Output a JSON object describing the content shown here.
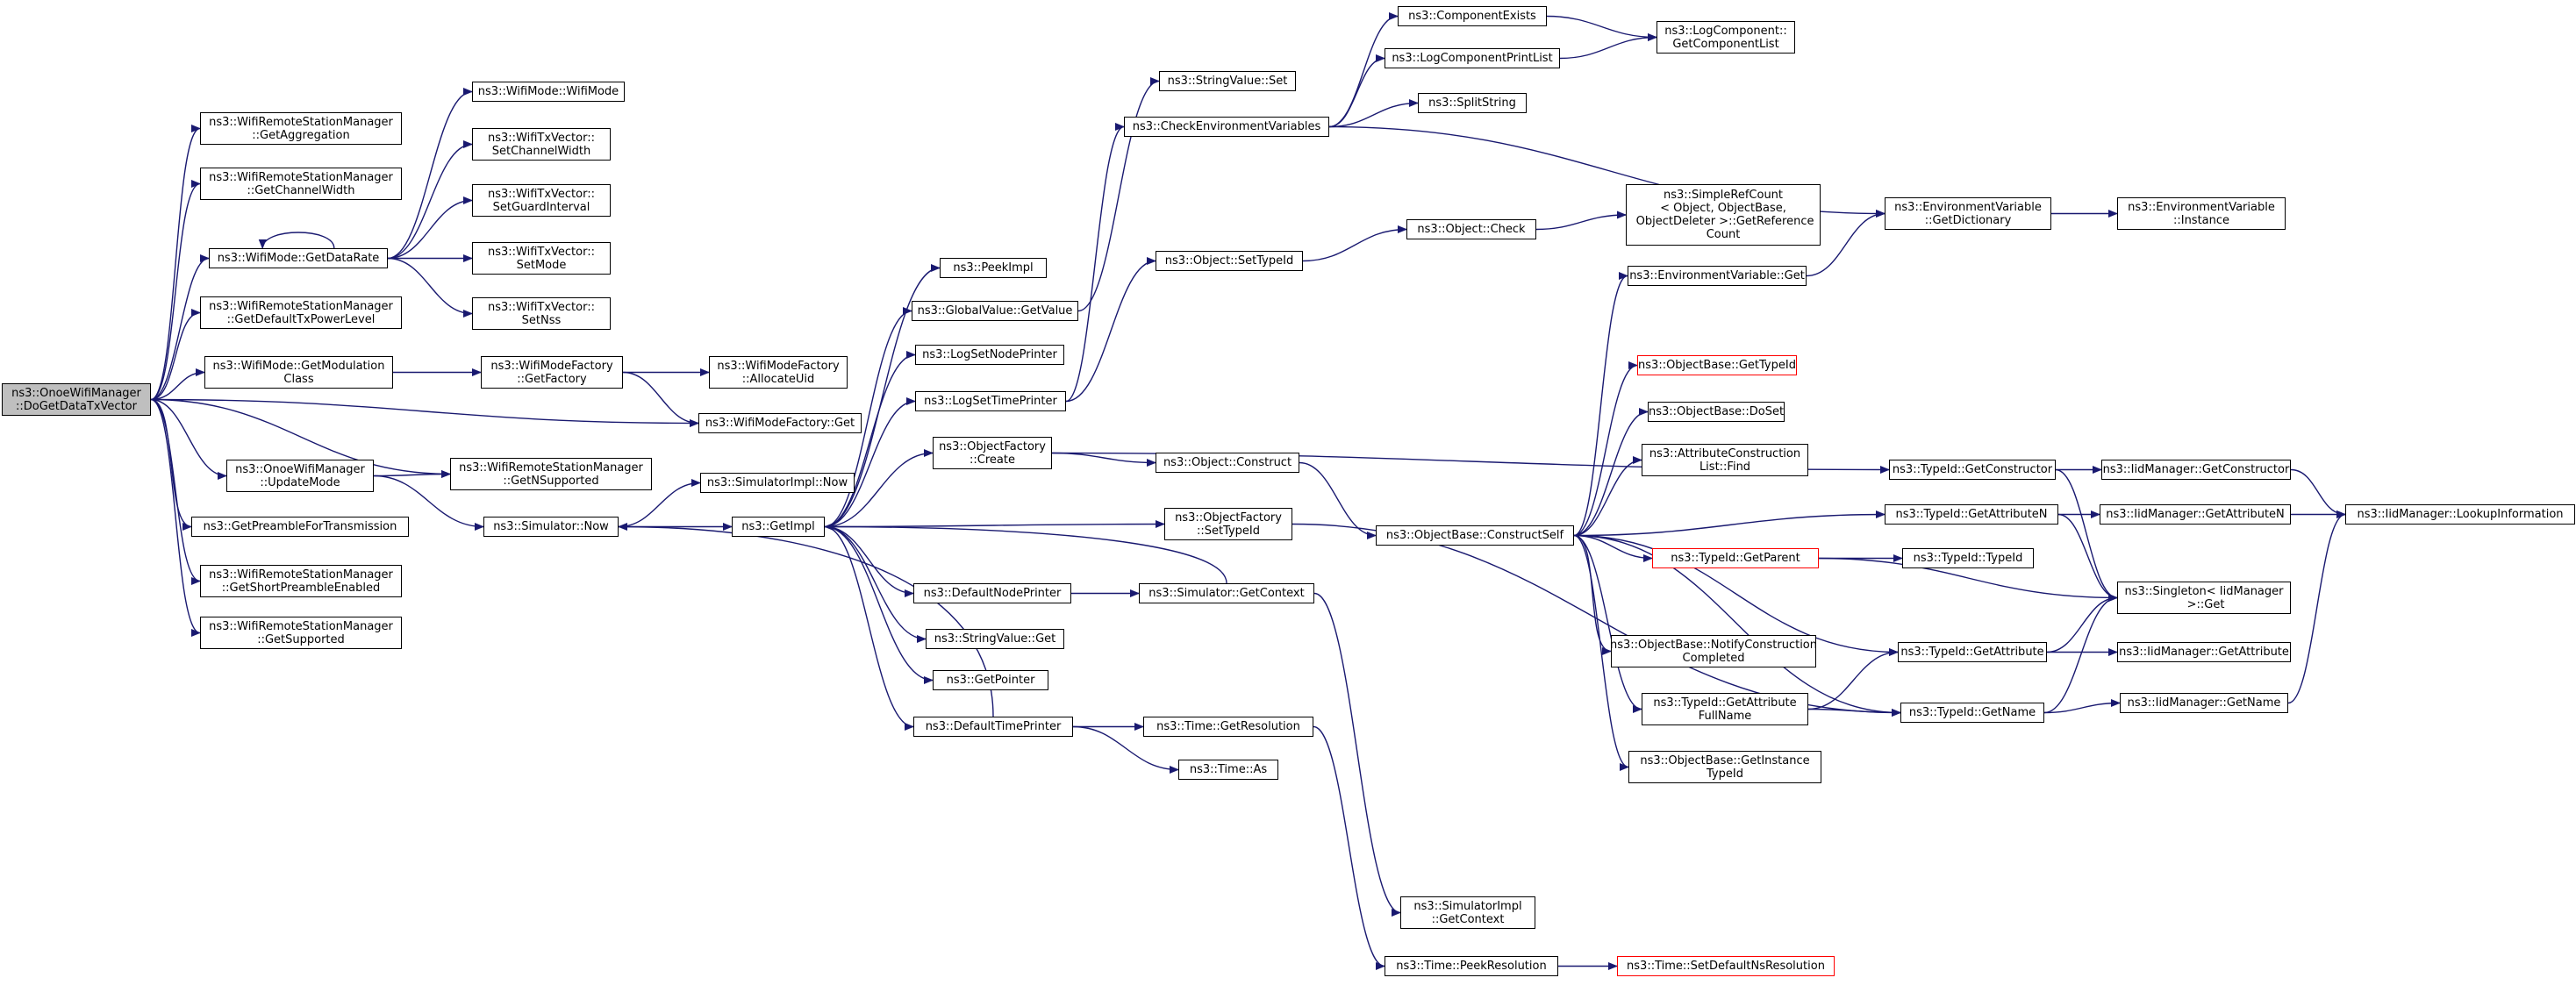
{
  "diagram": {
    "type": "call-graph",
    "colors": {
      "edge": "#191970",
      "node_border": "#000000",
      "root_fill": "#bfbfbf",
      "truncated_border": "#ff0000"
    },
    "nodes": [
      {
        "id": "root",
        "label": "ns3::OnoeWifiManager\n::DoGetDataTxVector",
        "root": true
      },
      {
        "id": "getAggregation",
        "label": "ns3::WifiRemoteStationManager\n::GetAggregation"
      },
      {
        "id": "getChannelWidth",
        "label": "ns3::WifiRemoteStationManager\n::GetChannelWidth"
      },
      {
        "id": "getDataRate",
        "label": "ns3::WifiMode::GetDataRate"
      },
      {
        "id": "getDefaultTxPower",
        "label": "ns3::WifiRemoteStationManager\n::GetDefaultTxPowerLevel"
      },
      {
        "id": "getModClass",
        "label": "ns3::WifiMode::GetModulation\nClass"
      },
      {
        "id": "updateMode",
        "label": "ns3::OnoeWifiManager\n::UpdateMode"
      },
      {
        "id": "getPreamble",
        "label": "ns3::GetPreambleForTransmission"
      },
      {
        "id": "getShortPreamble",
        "label": "ns3::WifiRemoteStationManager\n::GetShortPreambleEnabled"
      },
      {
        "id": "getSupported",
        "label": "ns3::WifiRemoteStationManager\n::GetSupported"
      },
      {
        "id": "wifiModeCtor",
        "label": "ns3::WifiMode::WifiMode"
      },
      {
        "id": "setChannelWidth",
        "label": "ns3::WifiTxVector::\nSetChannelWidth"
      },
      {
        "id": "setGuardInterval",
        "label": "ns3::WifiTxVector::\nSetGuardInterval"
      },
      {
        "id": "setMode",
        "label": "ns3::WifiTxVector::\nSetMode"
      },
      {
        "id": "setNss",
        "label": "ns3::WifiTxVector::\nSetNss"
      },
      {
        "id": "getFactory",
        "label": "ns3::WifiModeFactory\n::GetFactory"
      },
      {
        "id": "allocateUid",
        "label": "ns3::WifiModeFactory\n::AllocateUid"
      },
      {
        "id": "factoryGet",
        "label": "ns3::WifiModeFactory::Get"
      },
      {
        "id": "getNSupported",
        "label": "ns3::WifiRemoteStationManager\n::GetNSupported"
      },
      {
        "id": "simNow",
        "label": "ns3::Simulator::Now"
      },
      {
        "id": "simImplNow",
        "label": "ns3::SimulatorImpl::Now"
      },
      {
        "id": "getImpl",
        "label": "ns3::GetImpl"
      },
      {
        "id": "peekImpl",
        "label": "ns3::PeekImpl"
      },
      {
        "id": "gvGetValue",
        "label": "ns3::GlobalValue::GetValue"
      },
      {
        "id": "logSetNode",
        "label": "ns3::LogSetNodePrinter"
      },
      {
        "id": "logSetTime",
        "label": "ns3::LogSetTimePrinter"
      },
      {
        "id": "objFactoryCreate",
        "label": "ns3::ObjectFactory\n::Create"
      },
      {
        "id": "defNodePrinter",
        "label": "ns3::DefaultNodePrinter"
      },
      {
        "id": "stringValueGet",
        "label": "ns3::StringValue::Get"
      },
      {
        "id": "getPointer",
        "label": "ns3::GetPointer"
      },
      {
        "id": "defTimePrinter",
        "label": "ns3::DefaultTimePrinter"
      },
      {
        "id": "stringValueSet",
        "label": "ns3::StringValue::Set"
      },
      {
        "id": "checkEnv",
        "label": "ns3::CheckEnvironmentVariables"
      },
      {
        "id": "objSetTypeId",
        "label": "ns3::Object::SetTypeId"
      },
      {
        "id": "objConstruct",
        "label": "ns3::Object::Construct"
      },
      {
        "id": "ofSetTypeId",
        "label": "ns3::ObjectFactory\n::SetTypeId"
      },
      {
        "id": "simGetContext",
        "label": "ns3::Simulator::GetContext"
      },
      {
        "id": "timeGetRes",
        "label": "ns3::Time::GetResolution"
      },
      {
        "id": "timeAs",
        "label": "ns3::Time::As"
      },
      {
        "id": "componentExists",
        "label": "ns3::ComponentExists"
      },
      {
        "id": "logCompPrintList",
        "label": "ns3::LogComponentPrintList"
      },
      {
        "id": "splitString",
        "label": "ns3::SplitString"
      },
      {
        "id": "objCheck",
        "label": "ns3::Object::Check"
      },
      {
        "id": "envGet",
        "label": "ns3::EnvironmentVariable::Get"
      },
      {
        "id": "constructSelf",
        "label": "ns3::ObjectBase::ConstructSelf"
      },
      {
        "id": "simImplGetCtx",
        "label": "ns3::SimulatorImpl\n::GetContext"
      },
      {
        "id": "timePeekRes",
        "label": "ns3::Time::PeekResolution"
      },
      {
        "id": "logCompGetList",
        "label": "ns3::LogComponent::\nGetComponentList"
      },
      {
        "id": "simpleRefCount",
        "label": "ns3::SimpleRefCount\n< Object, ObjectBase,\n ObjectDeleter >::GetReference\nCount"
      },
      {
        "id": "envGetDict",
        "label": "ns3::EnvironmentVariable\n::GetDictionary"
      },
      {
        "id": "envInstance",
        "label": "ns3::EnvironmentVariable\n::Instance"
      },
      {
        "id": "obGetTypeId",
        "label": "ns3::ObjectBase::GetTypeId",
        "truncated": true
      },
      {
        "id": "obDoSet",
        "label": "ns3::ObjectBase::DoSet"
      },
      {
        "id": "attrConsFind",
        "label": "ns3::AttributeConstruction\nList::Find"
      },
      {
        "id": "obNotify",
        "label": "ns3::ObjectBase::NotifyConstruction\nCompleted"
      },
      {
        "id": "tidGetAttrFull",
        "label": "ns3::TypeId::GetAttribute\nFullName"
      },
      {
        "id": "obGetInstTid",
        "label": "ns3::ObjectBase::GetInstance\nTypeId"
      },
      {
        "id": "setDefNsRes",
        "label": "ns3::Time::SetDefaultNsResolution",
        "truncated": true
      },
      {
        "id": "tidGetCtor",
        "label": "ns3::TypeId::GetConstructor"
      },
      {
        "id": "tidGetAttrN",
        "label": "ns3::TypeId::GetAttributeN"
      },
      {
        "id": "tidGetParent",
        "label": "ns3::TypeId::GetParent",
        "truncated": true
      },
      {
        "id": "tidTypeId",
        "label": "ns3::TypeId::TypeId"
      },
      {
        "id": "tidGetAttr",
        "label": "ns3::TypeId::GetAttribute"
      },
      {
        "id": "tidGetName",
        "label": "ns3::TypeId::GetName"
      },
      {
        "id": "iidGetCtor",
        "label": "ns3::IidManager::GetConstructor"
      },
      {
        "id": "iidGetAttrN",
        "label": "ns3::IidManager::GetAttributeN"
      },
      {
        "id": "singletonGet",
        "label": "ns3::Singleton< IidManager\n >::Get"
      },
      {
        "id": "iidGetAttr",
        "label": "ns3::IidManager::GetAttribute"
      },
      {
        "id": "iidGetName",
        "label": "ns3::IidManager::GetName"
      },
      {
        "id": "iidLookup",
        "label": "ns3::IidManager::LookupInformation"
      }
    ],
    "edges": [
      [
        "root",
        "getAggregation"
      ],
      [
        "root",
        "getChannelWidth"
      ],
      [
        "root",
        "getDataRate"
      ],
      [
        "root",
        "getDefaultTxPower"
      ],
      [
        "root",
        "getModClass"
      ],
      [
        "root",
        "factoryGet"
      ],
      [
        "root",
        "getNSupported"
      ],
      [
        "root",
        "updateMode"
      ],
      [
        "root",
        "getPreamble"
      ],
      [
        "root",
        "getShortPreamble"
      ],
      [
        "root",
        "getSupported"
      ],
      [
        "getDataRate",
        "getDataRate"
      ],
      [
        "getDataRate",
        "wifiModeCtor"
      ],
      [
        "getDataRate",
        "setChannelWidth"
      ],
      [
        "getDataRate",
        "setGuardInterval"
      ],
      [
        "getDataRate",
        "setMode"
      ],
      [
        "getDataRate",
        "setNss"
      ],
      [
        "getModClass",
        "getFactory"
      ],
      [
        "getFactory",
        "allocateUid"
      ],
      [
        "getFactory",
        "factoryGet"
      ],
      [
        "updateMode",
        "getNSupported"
      ],
      [
        "updateMode",
        "simNow"
      ],
      [
        "simNow",
        "simImplNow"
      ],
      [
        "simNow",
        "getImpl"
      ],
      [
        "getImpl",
        "peekImpl"
      ],
      [
        "getImpl",
        "gvGetValue"
      ],
      [
        "getImpl",
        "logSetNode"
      ],
      [
        "getImpl",
        "logSetTime"
      ],
      [
        "getImpl",
        "objFactoryCreate"
      ],
      [
        "getImpl",
        "ofSetTypeId"
      ],
      [
        "getImpl",
        "defNodePrinter"
      ],
      [
        "getImpl",
        "stringValueGet"
      ],
      [
        "getImpl",
        "getPointer"
      ],
      [
        "getImpl",
        "defTimePrinter"
      ],
      [
        "gvGetValue",
        "stringValueSet"
      ],
      [
        "logSetTime",
        "objSetTypeId"
      ],
      [
        "logSetTime",
        "checkEnv"
      ],
      [
        "objFactoryCreate",
        "tidGetCtor"
      ],
      [
        "objFactoryCreate",
        "objConstruct"
      ],
      [
        "defNodePrinter",
        "simGetContext"
      ],
      [
        "simGetContext",
        "getImpl"
      ],
      [
        "simGetContext",
        "simImplGetCtx"
      ],
      [
        "defTimePrinter",
        "simNow"
      ],
      [
        "defTimePrinter",
        "timeGetRes"
      ],
      [
        "defTimePrinter",
        "timeAs"
      ],
      [
        "timeGetRes",
        "timePeekRes"
      ],
      [
        "timePeekRes",
        "setDefNsRes"
      ],
      [
        "checkEnv",
        "componentExists"
      ],
      [
        "checkEnv",
        "logCompPrintList"
      ],
      [
        "checkEnv",
        "splitString"
      ],
      [
        "checkEnv",
        "envGetDict"
      ],
      [
        "componentExists",
        "logCompGetList"
      ],
      [
        "logCompPrintList",
        "logCompGetList"
      ],
      [
        "objSetTypeId",
        "objCheck"
      ],
      [
        "objCheck",
        "simpleRefCount"
      ],
      [
        "objConstruct",
        "constructSelf"
      ],
      [
        "ofSetTypeId",
        "tidGetName"
      ],
      [
        "envGet",
        "envGetDict"
      ],
      [
        "envGetDict",
        "envInstance"
      ],
      [
        "constructSelf",
        "envGet"
      ],
      [
        "constructSelf",
        "obGetTypeId"
      ],
      [
        "constructSelf",
        "obDoSet"
      ],
      [
        "constructSelf",
        "attrConsFind"
      ],
      [
        "constructSelf",
        "tidGetAttrN"
      ],
      [
        "constructSelf",
        "tidGetParent"
      ],
      [
        "constructSelf",
        "obNotify"
      ],
      [
        "constructSelf",
        "tidGetAttr"
      ],
      [
        "constructSelf",
        "tidGetAttrFull"
      ],
      [
        "constructSelf",
        "obGetInstTid"
      ],
      [
        "constructSelf",
        "tidGetName"
      ],
      [
        "tidGetAttrFull",
        "tidGetAttr"
      ],
      [
        "tidGetAttrFull",
        "tidGetName"
      ],
      [
        "tidGetCtor",
        "iidGetCtor"
      ],
      [
        "tidGetCtor",
        "singletonGet"
      ],
      [
        "tidGetAttrN",
        "iidGetAttrN"
      ],
      [
        "tidGetAttrN",
        "singletonGet"
      ],
      [
        "tidGetParent",
        "tidTypeId"
      ],
      [
        "tidGetParent",
        "singletonGet"
      ],
      [
        "tidGetAttr",
        "singletonGet"
      ],
      [
        "tidGetAttr",
        "iidGetAttr"
      ],
      [
        "tidGetName",
        "singletonGet"
      ],
      [
        "tidGetName",
        "iidGetName"
      ],
      [
        "iidGetCtor",
        "iidLookup"
      ],
      [
        "iidGetAttrN",
        "iidLookup"
      ],
      [
        "iidGetName",
        "iidLookup"
      ]
    ]
  }
}
